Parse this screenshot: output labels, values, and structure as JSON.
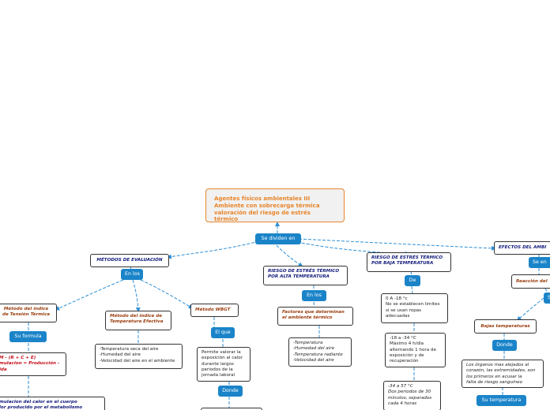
{
  "root": {
    "title": "Agentes físicos ambientales III\nAmbiente con sobrecarga térmica\nvaloración del riesgo de estrés térmico"
  },
  "connectors": {
    "se_dividen_en": "Se dividen en",
    "en_los_1": "En los",
    "en_los_2": "En los",
    "de": "De",
    "su_formula": "Su formula",
    "el_que": "El que",
    "donde_1": "Donde",
    "donde_2": "Donde",
    "se_en": "Se en",
    "s": "S"
  },
  "nodes": {
    "metodos": "MÉTODOS DE EVALUACIÓN",
    "alta_temp": "RIESGO DE ESTRÉS TÉRMICO\nPOR ALTA TEMPERATURA",
    "baja_temp": "RIESGO DE ESTRÉS TÉRMICO\nPOR BAJA TEMPERATURA",
    "efectos": "EFECTOS DEL AMBI",
    "indice_tension": "Método del índice\nde Tensión Térmica",
    "indice_temp": "Método del índice de\nTemperatura Efectiva",
    "wbgt": "Método WBGT",
    "formula": "M - (R + C + E)\nmulacion = Producción -\nida",
    "acumulacion": "mulacion del calor en el cuerpo\nlor producido por el metabolismo",
    "temp_list": "-Temperatura seca del aire\n-Humedad del aire\n-Velocidad del aire en el ambiente",
    "wbgt_desc": "Permite valorar la\nexposición al calor\ndurante largos\nperiodos de la\njornada laboral",
    "factores": "Factores que determinan\nel ambiente térmico",
    "factores_list": "-Temperatura\n-Humedad del aire\n-Temperatura radiante\n-Velocidad del aire",
    "range_1": "0 A -18 °c\nNo se establecen limites\nsi se usan ropas\nadecuadas",
    "range_2": "-18 a -34 °C\nMáximo 4 h/día\nalternando 1 hora de\nexposición y de\nrecuperación",
    "range_3": "-34 a 57 °C\nDos periodos de 30\nminutos, separados\ncada 4 horas",
    "reaccion": "Reacción del",
    "bajas": "Bajas temperaturas",
    "organos": "Los órganos mas alejados al\ncorazón, las extremidades, son\nlos primeros en acusar la\nfalta de riesgo sanguíneo",
    "su_temperatura": "Su temperatura"
  }
}
